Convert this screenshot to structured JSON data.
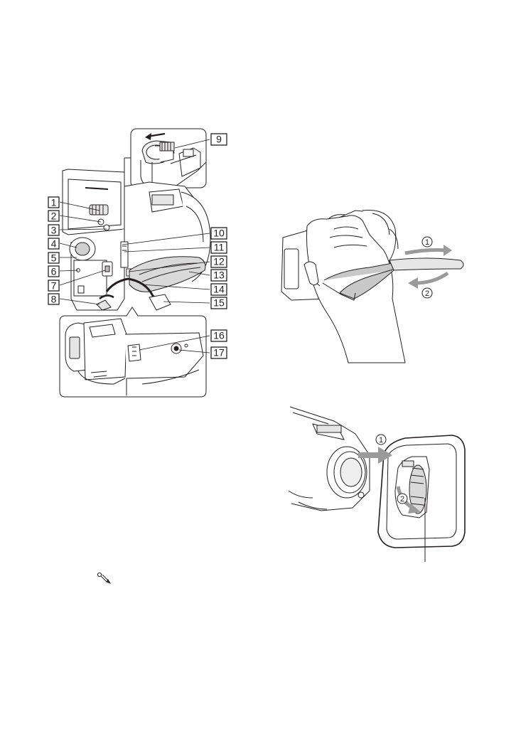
{
  "camcorder_diagram": {
    "callouts": [
      {
        "num": "1"
      },
      {
        "num": "2"
      },
      {
        "num": "3"
      },
      {
        "num": "4"
      },
      {
        "num": "5"
      },
      {
        "num": "6"
      },
      {
        "num": "7"
      },
      {
        "num": "8"
      },
      {
        "num": "9"
      },
      {
        "num": "10"
      },
      {
        "num": "11"
      },
      {
        "num": "12"
      },
      {
        "num": "13"
      },
      {
        "num": "14"
      },
      {
        "num": "15"
      },
      {
        "num": "16"
      },
      {
        "num": "17"
      }
    ]
  },
  "strap_diagram": {
    "step1": "1",
    "step2": "2"
  },
  "hood_diagram": {
    "step1": "1",
    "step2": "2"
  },
  "colors": {
    "line": "#231f20",
    "arrow_fill": "#9a9a9a",
    "shade": "#d9d9d9"
  }
}
